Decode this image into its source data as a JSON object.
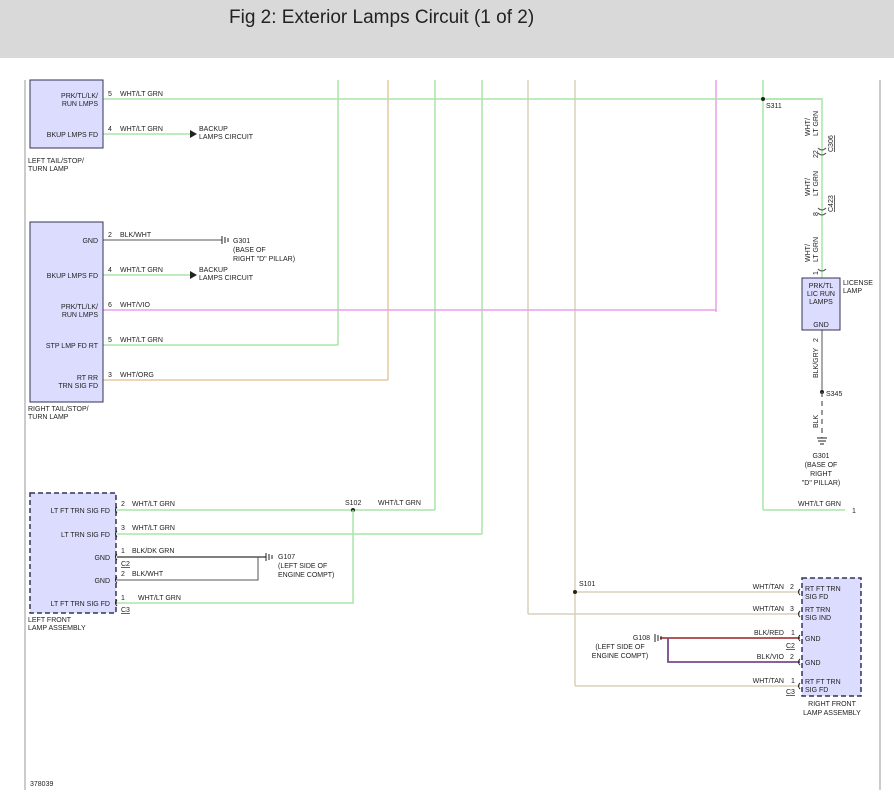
{
  "header": {
    "title": "Fig 2: Exterior Lamps Circuit (1 of 2)"
  },
  "colors": {
    "header_bg": "#d9d9d9",
    "component_fill": "#dcdcff",
    "wire_lt_grn": "#a8e6a8",
    "wire_vio": "#e8a0e8",
    "wire_org": "#e6c8a0",
    "wire_tan": "#d8d0bc",
    "wire_blk": "#555555",
    "wire_red": "#a84040",
    "wire_blk_vio": "#7a4a8a"
  },
  "icons": [
    "ground-icon",
    "arrow-icon",
    "splice-dot-icon",
    "connector-icon"
  ],
  "left_tail_lamp": {
    "name": [
      "LEFT TAIL/STOP/",
      "TURN LAMP"
    ],
    "pins": [
      {
        "label": [
          "PRK/TL/LK/",
          "RUN LMPS"
        ],
        "pin": "5",
        "wire": "WHT/LT GRN"
      },
      {
        "label": [
          "BKUP LMPS FD"
        ],
        "pin": "4",
        "wire": "WHT/LT GRN"
      }
    ],
    "backup_dest": [
      "BACKUP",
      "LAMPS CIRCUIT"
    ]
  },
  "right_tail_lamp": {
    "name": [
      "RIGHT TAIL/STOP/",
      "TURN LAMP"
    ],
    "pins": [
      {
        "label": [
          "GND"
        ],
        "pin": "2",
        "wire": "BLK/WHT"
      },
      {
        "label": [
          "BKUP LMPS FD"
        ],
        "pin": "4",
        "wire": "WHT/LT GRN"
      },
      {
        "label": [
          "PRK/TL/LK/",
          "RUN LMPS"
        ],
        "pin": "6",
        "wire": "WHT/VIO"
      },
      {
        "label": [
          "STP LMP FD RT"
        ],
        "pin": "5",
        "wire": "WHT/LT GRN"
      },
      {
        "label": [
          "RT RR",
          "TRN SIG FD"
        ],
        "pin": "3",
        "wire": "WHT/ORG"
      }
    ],
    "ground": {
      "id": "G301",
      "desc": [
        "(BASE OF",
        "RIGHT \"D\" PILLAR)"
      ]
    },
    "backup_dest": [
      "BACKUP",
      "LAMPS CIRCUIT"
    ]
  },
  "left_front_lamp": {
    "name": [
      "LEFT FRONT",
      "LAMP ASSEMBLY"
    ],
    "pins": [
      {
        "label": "LT FT TRN SIG FD",
        "pin": "2",
        "wire": "WHT/LT GRN"
      },
      {
        "label": "LT TRN SIG FD",
        "pin": "3",
        "wire": "WHT/LT GRN"
      },
      {
        "label": "GND",
        "pin": "1",
        "wire": "BLK/DK GRN"
      },
      {
        "label": "GND",
        "pin": "2",
        "wire": "BLK/WHT"
      },
      {
        "label": "LT FT TRN SIG FD",
        "pin": "1",
        "wire": "WHT/LT GRN"
      }
    ],
    "connectors": [
      "C2",
      "C3"
    ],
    "splice": "S102",
    "splice_wire": "WHT/LT GRN",
    "ground": {
      "id": "G107",
      "desc": [
        "(LEFT SIDE OF",
        "ENGINE COMPT)"
      ]
    }
  },
  "license_lamp": {
    "name": [
      "LICENSE",
      "LAMP"
    ],
    "label": [
      "PRK/TL",
      "LIC RUN",
      "LAMPS"
    ],
    "gnd_label": "GND",
    "splice_top": "S311",
    "splice_bottom": "S345",
    "wire_segments": [
      {
        "wire": [
          "WHT/",
          "LT GRN"
        ],
        "pin": "22",
        "connector": "C306"
      },
      {
        "wire": [
          "WHT/",
          "LT GRN"
        ],
        "pin": "8",
        "connector": "C423"
      },
      {
        "wire": [
          "WHT/",
          "LT GRN"
        ],
        "pin": "1",
        "connector": ""
      }
    ],
    "gnd_pin": "2",
    "gnd_wire": "BLK/GRY",
    "ground_wire": "BLK",
    "ground": {
      "id": "G301",
      "desc": [
        "(BASE OF",
        "RIGHT",
        "\"D\" PILLAR)"
      ]
    },
    "right_wire": "WHT/LT GRN",
    "right_pin": "1"
  },
  "right_front_lamp": {
    "name": [
      "RIGHT FRONT",
      "LAMP ASSEMBLY"
    ],
    "pins": [
      {
        "label": [
          "RT FT TRN",
          "SIG FD"
        ],
        "pin": "2",
        "wire": "WHT/TAN"
      },
      {
        "label": [
          "RT TRN",
          "SIG IND"
        ],
        "pin": "3",
        "wire": "WHT/TAN"
      },
      {
        "label": [
          "GND"
        ],
        "pin": "1",
        "wire": "BLK/RED"
      },
      {
        "label": [
          "GND"
        ],
        "pin": "2",
        "wire": "BLK/VIO"
      },
      {
        "label": [
          "RT FT TRN",
          "SIG FD"
        ],
        "pin": "1",
        "wire": "WHT/TAN"
      }
    ],
    "connectors": [
      "C2",
      "C3"
    ],
    "splice": "S101",
    "ground": {
      "id": "G108",
      "desc": [
        "(LEFT SIDE OF",
        "ENGINE COMPT)"
      ]
    }
  },
  "figure_number": "378039"
}
